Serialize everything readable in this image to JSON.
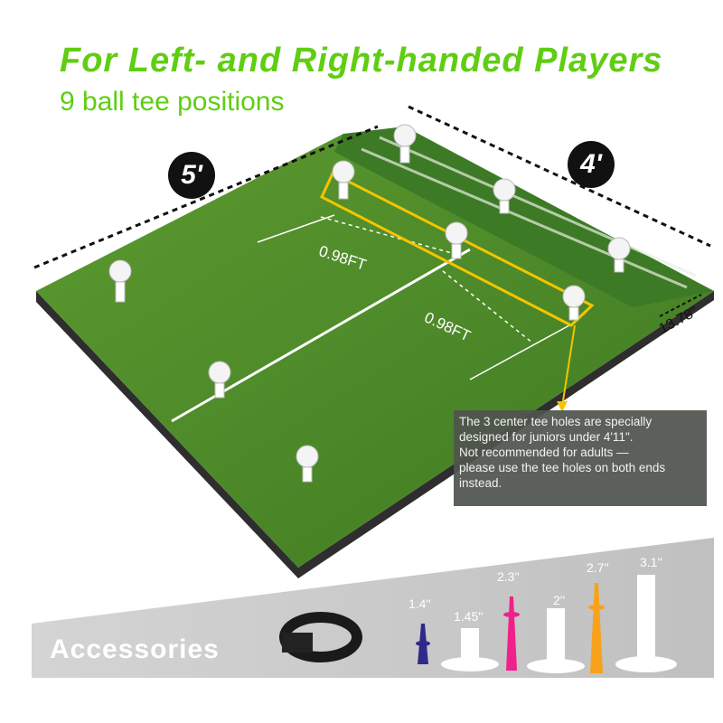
{
  "header": {
    "title": "For Left- and Right-handed Players",
    "subtitle": "9 ball tee positions"
  },
  "dimensions": {
    "length": "5'",
    "width": "4'",
    "strip_width": "13.78''",
    "spacing_1": "0.98FT",
    "spacing_2": "0.98FT"
  },
  "note": {
    "lines": [
      "The 3 center tee holes are specially",
      "designed for juniors under 4'11\".",
      "Not recommended for adults —",
      "please use the tee holes on both ends",
      "instead."
    ]
  },
  "accessories": {
    "label": "Accessories",
    "tees": [
      {
        "size": "1.4''",
        "color": "#2e2a8a"
      },
      {
        "size": "1.45''",
        "color": "#ffffff"
      },
      {
        "size": "2.3''",
        "color": "#f0218a"
      },
      {
        "size": "2''",
        "color": "#ffffff"
      },
      {
        "size": "2.7''",
        "color": "#f8a21c"
      },
      {
        "size": "3.1''",
        "color": "#ffffff"
      }
    ]
  },
  "colors": {
    "accent": "#5fce12",
    "turf": "#4e8f2a",
    "highlight": "#f5c400"
  }
}
